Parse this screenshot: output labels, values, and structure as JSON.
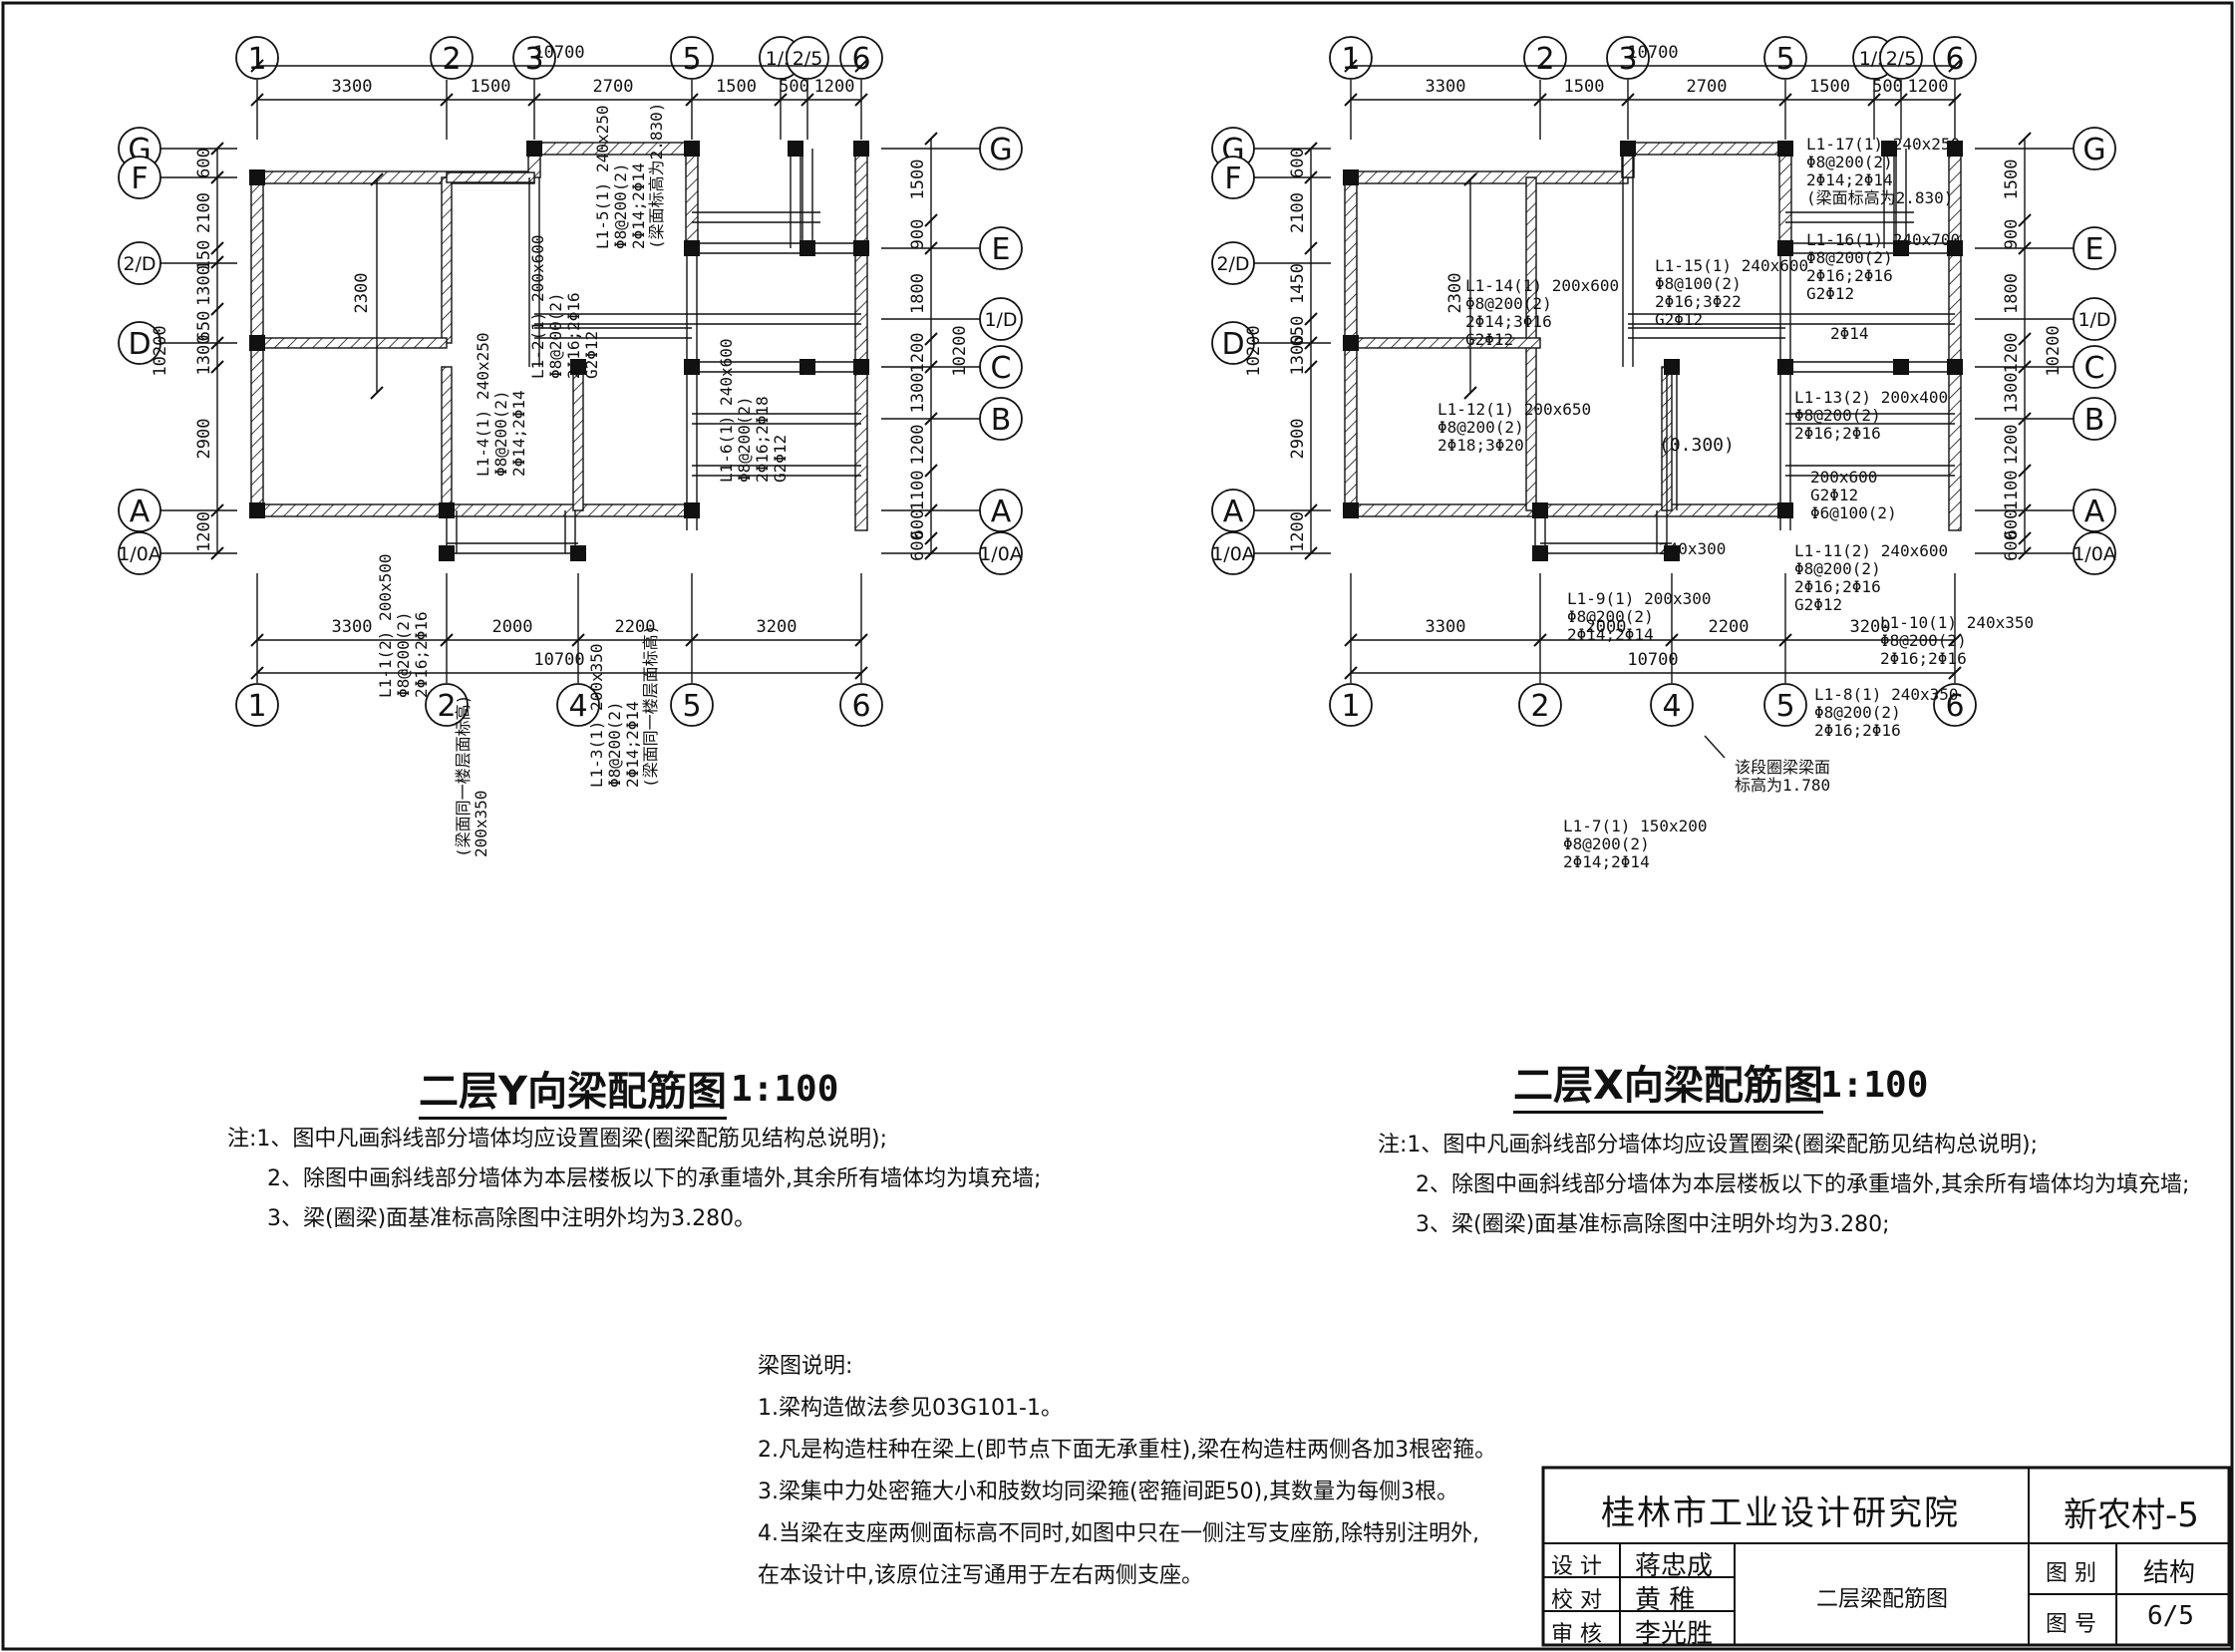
{
  "left_plan": {
    "title": "二层Y向梁配筋图",
    "scale": "1:100",
    "notes": [
      "注:1、图中凡画斜线部分墙体均应设置圈梁(圈梁配筋见结构总说明);",
      "2、除图中画斜线部分墙体为本层楼板以下的承重墙外,其余所有墙体均为填充墙;",
      "3、梁(圈梁)面基准标高除图中注明外均为3.280。"
    ],
    "top_axes": [
      "1",
      "2",
      "3",
      "5",
      "1/5",
      "2/5",
      "6"
    ],
    "bottom_axes": [
      "1",
      "2",
      "4",
      "5",
      "6"
    ],
    "left_axes": [
      "G",
      "F",
      "2/D",
      "D",
      "A",
      "1/0A"
    ],
    "right_axes": [
      "G",
      "E",
      "1/D",
      "C",
      "B",
      "A",
      "1/0A"
    ],
    "total_dim": "10700",
    "top_dims": [
      "3300",
      "1500",
      "2700",
      "1500",
      "500",
      "1200"
    ],
    "bottom_dims": [
      "3300",
      "2000",
      "2200",
      "3200"
    ],
    "left_dims": [
      "600",
      "2100",
      "150",
      "1300",
      "650",
      "1300",
      "2900",
      "1200"
    ],
    "left_total": "10200",
    "right_dims": [
      "1500",
      "900",
      "1800",
      "1200",
      "1300",
      "1200",
      "1100",
      "600",
      "600"
    ],
    "right_total": "10200",
    "dim_2300": "2300",
    "beams": [
      {
        "lines": [
          "L1-5(1) 240x250",
          "Φ8@200(2)",
          "2Φ14;2Φ14",
          "(梁面标高为2.830)"
        ]
      },
      {
        "lines": [
          "L1-2(1) 200x600",
          "Φ8@200(2)",
          "2Φ16;2Φ16",
          "G2Φ12"
        ]
      },
      {
        "lines": [
          "L1-4(1) 240x250",
          "Φ8@200(2)",
          "2Φ14;2Φ14"
        ]
      },
      {
        "lines": [
          "L1-6(1) 240x600",
          "Φ8@200(2)",
          "2Φ16;2Φ18",
          "G2Φ12"
        ]
      },
      {
        "lines": [
          "L1-1(2) 200x500",
          "Φ8@200(2)",
          "2Φ16;2Φ16"
        ]
      },
      {
        "lines": [
          "L1-3(1) 200x350",
          "Φ8@200(2)",
          "2Φ14;2Φ14",
          "(梁面同一楼层面标高)"
        ]
      },
      {
        "lines": [
          "(梁面同一楼层面标高)",
          "200x350"
        ]
      }
    ]
  },
  "right_plan": {
    "title": "二层X向梁配筋图",
    "scale": "1:100",
    "notes": [
      "注:1、图中凡画斜线部分墙体均应设置圈梁(圈梁配筋见结构总说明);",
      "2、除图中画斜线部分墙体为本层楼板以下的承重墙外,其余所有墙体均为填充墙;",
      "3、梁(圈梁)面基准标高除图中注明外均为3.280;"
    ],
    "top_axes": [
      "1",
      "2",
      "3",
      "5",
      "1/5",
      "2/5",
      "6"
    ],
    "bottom_axes": [
      "1",
      "2",
      "4",
      "5",
      "6"
    ],
    "left_axes": [
      "G",
      "F",
      "2/D",
      "D",
      "A",
      "1/0A"
    ],
    "right_axes": [
      "G",
      "E",
      "1/D",
      "C",
      "B",
      "A",
      "1/0A"
    ],
    "total_dim": "10700",
    "top_dims": [
      "3300",
      "1500",
      "2700",
      "1500",
      "500",
      "1200"
    ],
    "bottom_dims": [
      "3300",
      "2000",
      "2200",
      "3200"
    ],
    "left_dims": [
      "600",
      "2100",
      "1450",
      "650",
      "1300",
      "2900",
      "1200"
    ],
    "left_total": "10200",
    "right_dims": [
      "1500",
      "900",
      "1800",
      "1200",
      "1300",
      "1200",
      "1100",
      "600",
      "600"
    ],
    "right_total": "10200",
    "dim_2300": "2300",
    "elev_0300": "(0.300)",
    "ring_beam_note": [
      "该段圈梁梁面",
      "标高为1.780"
    ],
    "beams": [
      {
        "lines": [
          "L1-17(1) 240x250",
          "Φ8@200(2)",
          "2Φ14;2Φ14",
          "(梁面标高为2.830)"
        ]
      },
      {
        "lines": [
          "L1-16(1) 240x700",
          "Φ8@200(2)",
          "2Φ16;2Φ16",
          "G2Φ12"
        ]
      },
      {
        "lines": [
          "L1-15(1) 240x600",
          "Φ8@100(2)",
          "2Φ16;3Φ22",
          "G2Φ12"
        ]
      },
      {
        "lines": [
          "L1-14(1) 200x600",
          "Φ8@200(2)",
          "2Φ14;3Φ16",
          "G2Φ12"
        ]
      },
      {
        "lines": [
          "2Φ14"
        ]
      },
      {
        "lines": [
          "L1-13(2) 200x400",
          "Φ8@200(2)",
          "2Φ16;2Φ16"
        ]
      },
      {
        "lines": [
          "L1-12(1) 200x650",
          "Φ8@200(2)",
          "2Φ18;3Φ20"
        ]
      },
      {
        "lines": [
          "200x600",
          "G2Φ12",
          "Φ6@100(2)"
        ]
      },
      {
        "lines": [
          "240x300"
        ]
      },
      {
        "lines": [
          "L1-11(2) 240x600",
          "Φ8@200(2)",
          "2Φ16;2Φ16",
          "G2Φ12"
        ]
      },
      {
        "lines": [
          "L1-9(1) 200x300",
          "Φ8@200(2)",
          "2Φ14;2Φ14"
        ]
      },
      {
        "lines": [
          "L1-10(1) 240x350",
          "Φ8@200(2)",
          "2Φ16;2Φ16"
        ]
      },
      {
        "lines": [
          "L1-8(1) 240x350",
          "Φ8@200(2)",
          "2Φ16;2Φ16"
        ]
      },
      {
        "lines": [
          "L1-7(1) 150x200",
          "Φ8@200(2)",
          "2Φ14;2Φ14"
        ]
      }
    ]
  },
  "beam_notes": {
    "heading": "梁图说明:",
    "items": [
      "1.梁构造做法参见03G101-1。",
      "2.凡是构造柱种在梁上(即节点下面无承重柱),梁在构造柱两侧各加3根密箍。",
      "3.梁集中力处密箍大小和肢数均同梁箍(密箍间距50),其数量为每侧3根。",
      "4.当梁在支座两侧面标高不同时,如图中只在一侧注写支座筋,除特别注明外,",
      "在本设计中,该原位注写通用于左右两侧支座。"
    ]
  },
  "title_block": {
    "institute": "桂林市工业设计研究院",
    "project": "新农村-5",
    "rows": [
      {
        "role": "设 计",
        "name": "蒋忠成"
      },
      {
        "role": "校 对",
        "name": "黄 稚"
      },
      {
        "role": "审 核",
        "name": "李光胜"
      }
    ],
    "drawing_name": "二层梁配筋图",
    "category_label": "图 别",
    "category": "结构",
    "number_label": "图 号",
    "number": "6/5"
  }
}
